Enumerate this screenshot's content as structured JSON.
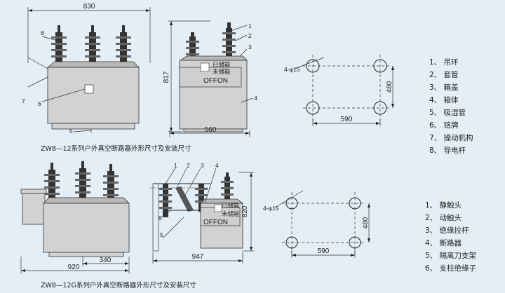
{
  "top_drawing": {
    "caption": "ZW8—12系列户外真空断路器外形尺寸及安装尺寸",
    "dims": {
      "width": "830",
      "height": "817",
      "depth": "560",
      "hole_h": "590",
      "hole_v": "480",
      "hole_spec": "4-φ15"
    },
    "callouts": [
      "1",
      "2",
      "3",
      "4",
      "5",
      "6",
      "7",
      "8"
    ],
    "panel": {
      "charged": "已储能",
      "uncharged": "未储能",
      "onoff": "OFFON"
    },
    "legend": [
      "1、 吊环",
      "2、 套管",
      "3、 箱盖",
      "4、 箱体",
      "5、 吸湿管",
      "6、 铭牌",
      "7、 操动机构",
      "8、 导电杆"
    ]
  },
  "bottom_drawing": {
    "caption": "ZW8—12G系列户外真空断路器外形尺寸及安装尺寸",
    "dims": {
      "width": "920",
      "offset": "340",
      "depth": "947",
      "height": "820",
      "hole_h": "590",
      "hole_v": "480",
      "hole_spec": "4-φ15"
    },
    "callouts": [
      "1",
      "2",
      "3",
      "4",
      "5",
      "6"
    ],
    "panel": {
      "charged": "已储能",
      "uncharged": "未储能",
      "onoff": "OFFON"
    },
    "legend": [
      "1、 静触头",
      "2、 动触头",
      "3、 绝缘拉杆",
      "4、 断路器",
      "5、 隔离刀支架",
      "6、 支柱绝缘子"
    ]
  }
}
